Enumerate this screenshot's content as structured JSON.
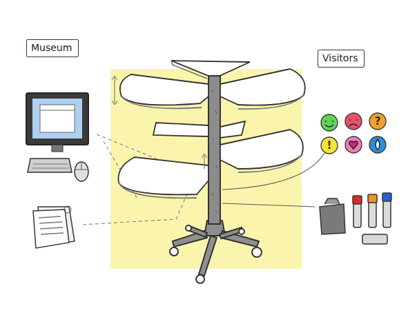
{
  "diagram": {
    "nodes": [
      {
        "text": [
          "Museum"
        ]
      },
      {
        "text": [
          "Visitors"
        ]
      }
    ],
    "labels": [
      "?",
      "!"
    ]
  }
}
